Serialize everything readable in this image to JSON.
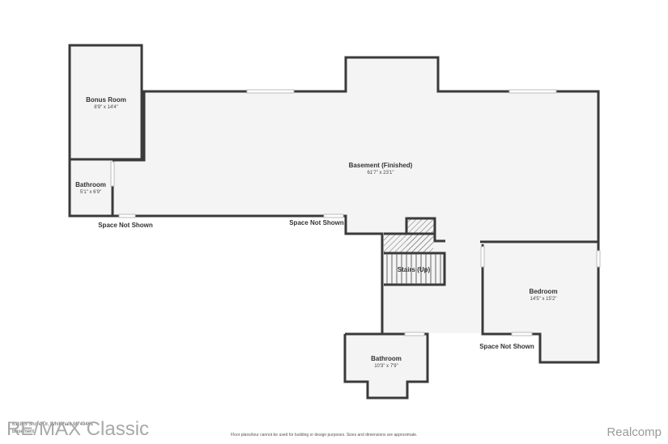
{
  "rooms": [
    {
      "name": "Bonus Room",
      "dims": "8'9\" x 14'4\""
    },
    {
      "name": "Bathroom",
      "dims": "5'1\" x 6'9\""
    },
    {
      "name": "Basement (Finished)",
      "dims": "61'7\" x 23'1\""
    },
    {
      "name": "Stairs (Up)",
      "dims": ""
    },
    {
      "name": "Bedroom",
      "dims": "14'5\" x 15'2\""
    },
    {
      "name": "Bathroom",
      "dims": "10'3\" x 7'9\""
    }
  ],
  "space_not_shown_label": "Space Not Shown",
  "footer": {
    "address": "6118 S Shore Dr, Whitehall, MI 49461",
    "level": "Basement",
    "disclaimer": "Floor plans/tour cannot be used for building or design purposes. Sizes and dimensions are approximate.",
    "brand_left": "RE/MAX Classic",
    "brand_right": "Realcomp"
  }
}
